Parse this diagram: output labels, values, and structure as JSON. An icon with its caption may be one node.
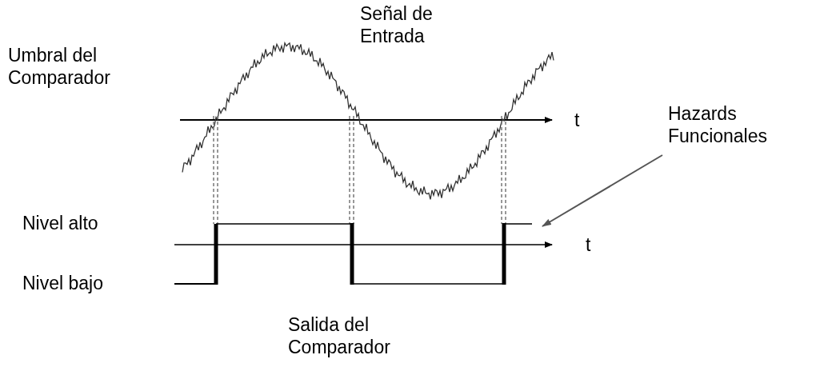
{
  "diagram": {
    "nodes": [
      {
        "text": [
          "Hazards Funcionales"
        ]
      },
      {
        "text": [],
        "shape": "bar"
      }
    ],
    "edges": [
      {
        "from": 0,
        "to": 1,
        "arrow": "to"
      }
    ],
    "labels": [
      "Umbral del Comparador",
      "Señal de Entrada",
      "t",
      "Nivel alto",
      "Nivel bajo",
      "t",
      "Salida del Comparador"
    ]
  }
}
